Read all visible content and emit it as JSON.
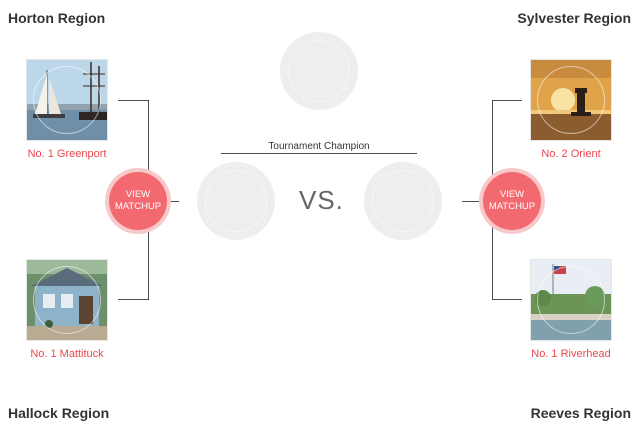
{
  "regions": {
    "top_left": "Horton Region",
    "top_right": "Sylvester Region",
    "bottom_left": "Hallock Region",
    "bottom_right": "Reeves Region"
  },
  "teams": {
    "greenport": "No. 1 Greenport",
    "mattituck": "No. 1 Mattituck",
    "orient": "No. 2 Orient",
    "riverhead": "No. 1 Riverhead"
  },
  "buttons": {
    "view_matchup": "VIEW\nMATCHUP"
  },
  "center": {
    "champion_label": "Tournament Champion",
    "vs": "VS."
  },
  "colors": {
    "accent": "#f26a6f",
    "seed_text": "#e8474f",
    "line": "#46505a",
    "placeholder": "#eeeeee"
  }
}
